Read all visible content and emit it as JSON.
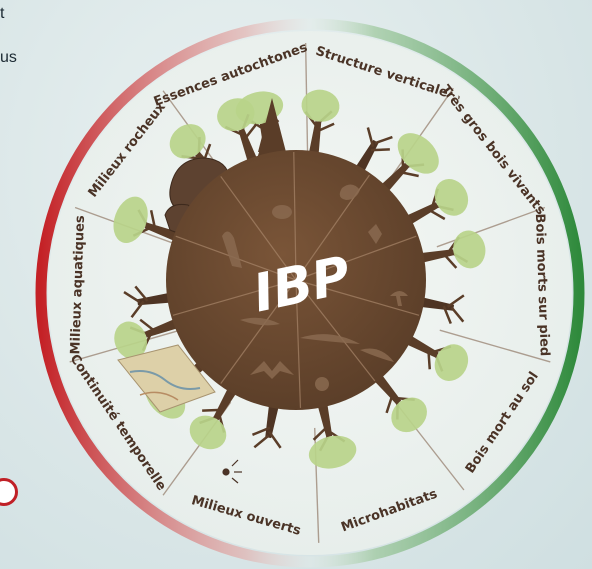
{
  "edge_text": {
    "line1": "t",
    "line2": "us"
  },
  "center_label": "IBP",
  "factors": [
    "Essences autochtones",
    "Structure verticale",
    "Très gros bois vivants",
    "Bois morts sur pied",
    "Bois mort au sol",
    "Microhabitats",
    "Milieux ouverts",
    "Continuité temporelle",
    "Milieux aquatiques",
    "Milieux rocheux"
  ],
  "colors": {
    "ring_red": "#c42126",
    "ring_green": "#2f8a3c",
    "planet": "#6b4a32",
    "planet_dark": "#5a3d28",
    "tree_foliage": "#b9d48a",
    "label_text": "#4a3326"
  },
  "icons": {
    "badge": "red-ring-logo-fragment"
  }
}
